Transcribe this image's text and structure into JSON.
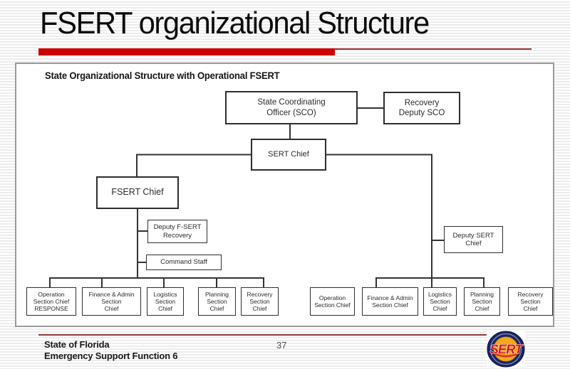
{
  "slide": {
    "title": "FSERT organizational Structure",
    "page_number": "37",
    "footer": {
      "line1": "State of Florida",
      "line2": "Emergency Support Function 6"
    }
  },
  "org": {
    "heading": "State Organizational Structure with Operational FSERT",
    "nodes": {
      "sco": "State Coordinating\nOfficer (SCO)",
      "recovery_deputy_sco": "Recovery\nDeputy SCO",
      "sert_chief": "SERT Chief",
      "fsert_chief": "FSERT Chief",
      "deputy_fsert_recovery": "Deputy F-SERT\nRecovery",
      "command_staff": "Command Staff",
      "deputy_sert_chief": "Deputy SERT\nChief",
      "left_operation": "Operation\nSection Chief\nRESPONSE",
      "left_finance": "Finance & Admin\nSection\nChief",
      "left_logistics": "Logistics\nSection\nChief",
      "left_planning": "Planning\nSection\nChief",
      "left_recovery": "Recovery\nSection\nChief",
      "right_operation": "Operation\nSection Chief",
      "right_finance": "Finance & Admin\nSection Chief",
      "right_logistics": "Logistics\nSection\nChief",
      "right_planning": "Planning\nSection\nChief",
      "right_recovery": "Recovery\nSection\nChief"
    }
  },
  "logo": {
    "text": "SERT"
  },
  "colors": {
    "accent_red": "#cc0000",
    "thin_rule_red": "#993333",
    "footer_rule": "#8b3a3a",
    "connector": "#333333",
    "logo_navy": "#16246b",
    "logo_orange": "#f7a81b",
    "logo_red": "#d01818"
  }
}
